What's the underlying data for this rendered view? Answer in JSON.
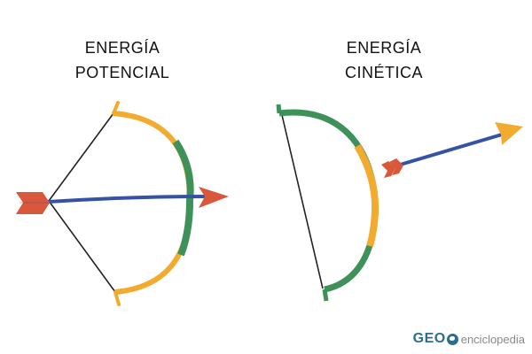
{
  "titles": {
    "potential": [
      "ENERGÍA",
      "POTENCIAL"
    ],
    "kinetic": [
      "ENERGÍA",
      "CINÉTICA"
    ]
  },
  "logo": {
    "brand": "GEO",
    "suffix": "enciclopedia"
  },
  "colors": {
    "bow_limb_yellow": "#f2ab2e",
    "bow_grip_green": "#3d9159",
    "arrow_shaft": "#3553a6",
    "arrow_red": "#d9573b",
    "arrow_yellow": "#f2ab2e",
    "string": "#222222",
    "logo_blue": "#2b6e92"
  }
}
